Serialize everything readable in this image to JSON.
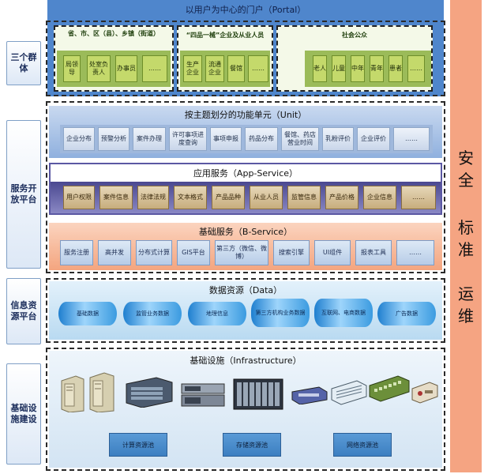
{
  "portal": {
    "title": "以用户为中心的门户（Portal）",
    "groups": [
      {
        "title": "省、市、区（县）、乡镇（街道）",
        "items": [
          "局领导",
          "处室负责人",
          "办事员",
          "……"
        ]
      },
      {
        "title": "“四品一械”企业及从业人员",
        "items": [
          "生产企业",
          "流通企业",
          "餐馆",
          "……"
        ]
      },
      {
        "title": "社会公众",
        "items": [
          "老人",
          "儿童",
          "中年",
          "青年",
          "患者",
          "……"
        ]
      }
    ]
  },
  "left_labels": [
    {
      "text": "三个群体"
    },
    {
      "text": "服务开放平台"
    },
    {
      "text": "信息资源平台"
    },
    {
      "text": "基础设施建设"
    }
  ],
  "unit": {
    "title": "按主题划分的功能单元（Unit）",
    "items": [
      "企业分布",
      "预警分析",
      "案件办理",
      "许可事项进度查询",
      "事项申报",
      "药品分布",
      "餐馆、药店营业时间",
      "乳粉评价",
      "企业评价",
      "……"
    ]
  },
  "app_service": {
    "title": "应用服务（App-Service）",
    "items": [
      "用户权限",
      "案件信息",
      "法律法规",
      "文本格式",
      "产品品种",
      "从业人员",
      "监管信息",
      "产品价格",
      "企业信息",
      "……"
    ]
  },
  "b_service": {
    "title": "基础服务（B-Service）",
    "items": [
      "服务注册",
      "高并发",
      "分布式计算",
      "GIS平台",
      "第三方（微信、微博）",
      "搜索引擎",
      "UI组件",
      "报表工具",
      "……"
    ]
  },
  "data": {
    "title": "数据资源（Data）",
    "items": [
      "基础数据",
      "监管业务数据",
      "地理信息",
      "第三方机构业务数据",
      "互联网、电商数据",
      "广告数据"
    ]
  },
  "infrastructure": {
    "title": "基础设施（Infrastructure）",
    "hardware_icons": [
      "tower-server-icon",
      "tower-server-icon",
      "rack-server-icon",
      "blade-server-icon",
      "storage-array-icon",
      "network-switch-icon",
      "network-switch-icon",
      "network-switch-icon",
      "network-device-icon"
    ],
    "pools": [
      "计算资源池",
      "存储资源池",
      "网络资源池"
    ]
  },
  "right_bar": {
    "chars": [
      "安",
      "全",
      "标",
      "准",
      "运",
      "维"
    ]
  },
  "colors": {
    "portal_band": "#4f86cc",
    "green_row": "#9bbb59",
    "right_bar": "#f5a482"
  }
}
